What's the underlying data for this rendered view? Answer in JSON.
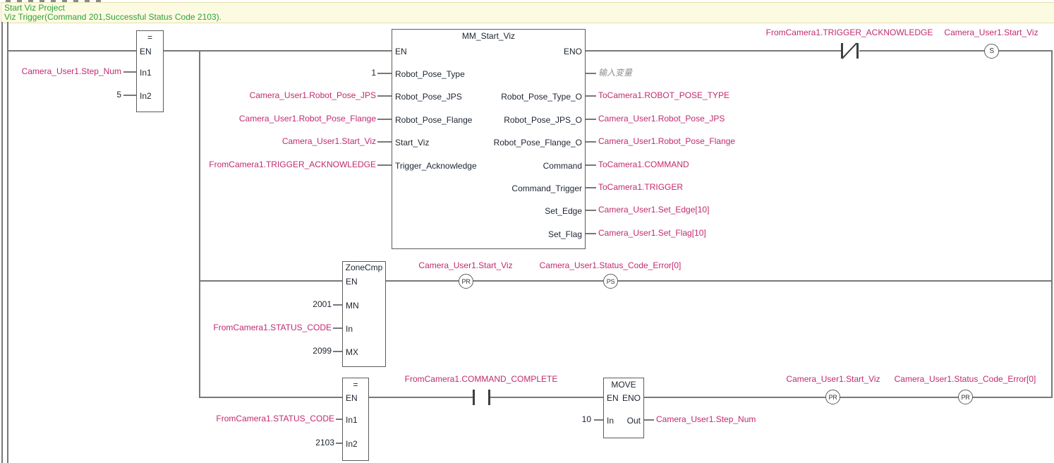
{
  "comment": {
    "line1": "Start Viz Project",
    "line2": "Viz Trigger(Command 201,Successful Status Code 2103)."
  },
  "colors": {
    "variable": "#c22a6e",
    "block_text": "#1c2430",
    "comment_text": "#2f9e3d",
    "comment_bg": "#fcfbe2",
    "wire": "#787878",
    "block_border": "#5c5c5c"
  },
  "eq1": {
    "title": "=",
    "en": "EN",
    "in1": "In1",
    "in2": "In2",
    "in1_value": "Camera_User1.Step_Num",
    "in2_value": "5"
  },
  "mm": {
    "title": "MM_Start_Viz",
    "en": "EN",
    "eno": "ENO",
    "inputs": [
      {
        "pin": "Robot_Pose_Type",
        "value": "1"
      },
      {
        "pin": "Robot_Pose_JPS",
        "value": "Camera_User1.Robot_Pose_JPS"
      },
      {
        "pin": "Robot_Pose_Flange",
        "value": "Camera_User1.Robot_Pose_Flange"
      },
      {
        "pin": "Start_Viz",
        "value": "Camera_User1.Start_Viz"
      },
      {
        "pin": "Trigger_Acknowledge",
        "value": "FromCamera1.TRIGGER_ACKNOWLEDGE"
      }
    ],
    "outputs": [
      {
        "pin": "",
        "value": "输入变量"
      },
      {
        "pin": "Robot_Pose_Type_O",
        "value": "ToCamera1.ROBOT_POSE_TYPE"
      },
      {
        "pin": "Robot_Pose_JPS_O",
        "value": "Camera_User1.Robot_Pose_JPS"
      },
      {
        "pin": "Robot_Pose_Flange_O",
        "value": "Camera_User1.Robot_Pose_Flange"
      },
      {
        "pin": "Command",
        "value": "ToCamera1.COMMAND"
      },
      {
        "pin": "Command_Trigger",
        "value": "ToCamera1.TRIGGER"
      },
      {
        "pin": "Set_Edge",
        "value": "Camera_User1.Set_Edge[10]"
      },
      {
        "pin": "Set_Flag",
        "value": "Camera_User1.Set_Flag[10]"
      }
    ]
  },
  "rung1": {
    "contact_label": "FromCamera1.TRIGGER_ACKNOWLEDGE",
    "coil_label": "Camera_User1.Start_Viz",
    "coil_symbol": "S"
  },
  "zonecmp": {
    "title": "ZoneCmp",
    "en": "EN",
    "mn": "MN",
    "in": "In",
    "mx": "MX",
    "mn_value": "2001",
    "in_value": "FromCamera1.STATUS_CODE",
    "mx_value": "2099"
  },
  "rung2": {
    "coil1_label": "Camera_User1.Start_Viz",
    "coil1_symbol": "PR",
    "coil2_label": "Camera_User1.Status_Code_Error[0]",
    "coil2_symbol": "PS"
  },
  "eq2": {
    "title": "=",
    "en": "EN",
    "in1": "In1",
    "in2": "In2",
    "in1_value": "FromCamera1.STATUS_CODE",
    "in2_value": "2103"
  },
  "rung3": {
    "contact_label": "FromCamera1.COMMAND_COMPLETE",
    "coil1_label": "Camera_User1.Start_Viz",
    "coil1_symbol": "PR",
    "coil2_label": "Camera_User1.Status_Code_Error[0]",
    "coil2_symbol": "PR"
  },
  "move": {
    "title": "MOVE",
    "en": "EN",
    "eno": "ENO",
    "in": "In",
    "out": "Out",
    "in_value": "10",
    "out_value": "Camera_User1.Step_Num"
  }
}
